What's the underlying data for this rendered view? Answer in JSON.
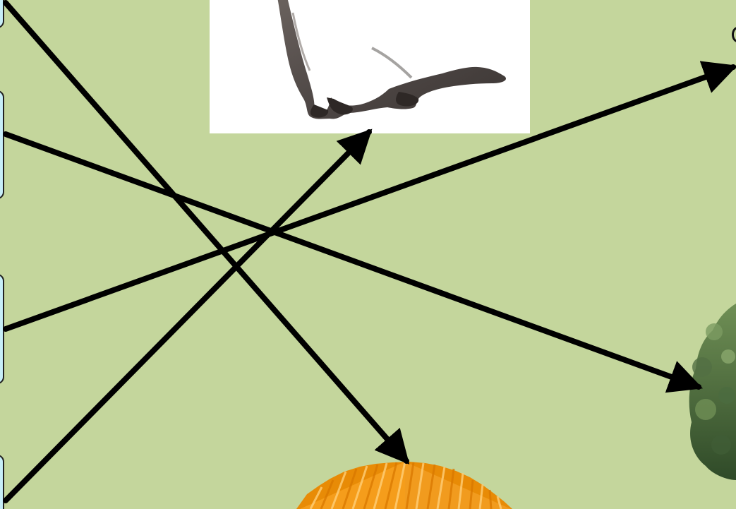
{
  "canvas": {
    "background": "#c4d69c"
  },
  "nodes": {
    "left_boxes": [
      {
        "id": "box-1"
      },
      {
        "id": "box-2"
      },
      {
        "id": "box-3"
      },
      {
        "id": "box-4"
      }
    ],
    "pictures": [
      {
        "id": "otter",
        "icon": "otter-icon"
      },
      {
        "id": "tree",
        "icon": "tree-icon"
      },
      {
        "id": "fan",
        "icon": "paper-fan-icon"
      }
    ]
  },
  "colors": {
    "arrow": "#000000",
    "box_fill": "#c7eef8",
    "box_border": "#222222",
    "fan_dark": "#e88b06",
    "fan_light": "#ffad2e"
  },
  "edges": [
    {
      "from": "box-1",
      "to": "fan"
    },
    {
      "from": "box-2",
      "to": "tree"
    },
    {
      "from": "box-3",
      "to": "offscreen-right"
    },
    {
      "from": "box-4",
      "to": "otter"
    }
  ]
}
